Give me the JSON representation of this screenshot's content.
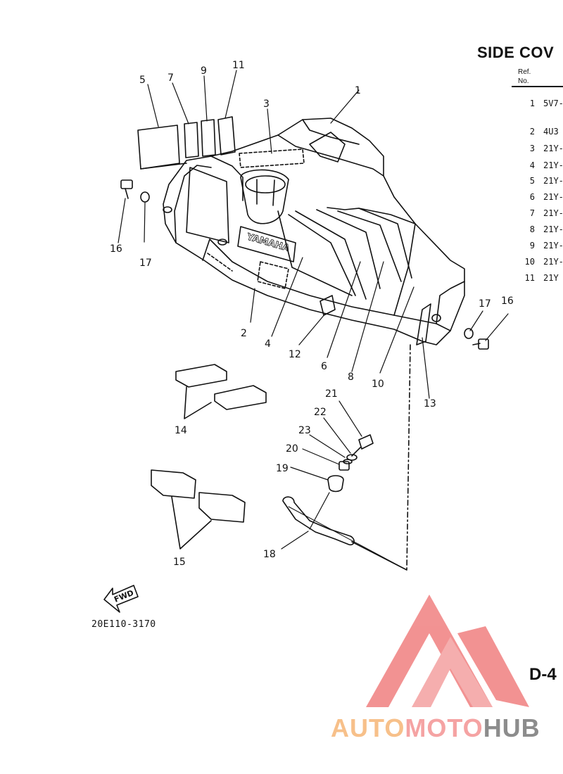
{
  "title": "SIDE COV",
  "table": {
    "ref_header": "Ref.",
    "no_header": "No.",
    "rows": [
      {
        "ref": "1",
        "part": "5V7-"
      },
      {
        "ref": "2",
        "part": "4U3"
      },
      {
        "ref": "3",
        "part": "21Y-"
      },
      {
        "ref": "4",
        "part": "21Y-"
      },
      {
        "ref": "5",
        "part": "21Y-"
      },
      {
        "ref": "6",
        "part": "21Y-"
      },
      {
        "ref": "7",
        "part": "21Y-"
      },
      {
        "ref": "8",
        "part": "21Y-"
      },
      {
        "ref": "9",
        "part": "21Y-"
      },
      {
        "ref": "10",
        "part": "21Y-"
      },
      {
        "ref": "11",
        "part": "21Y"
      }
    ]
  },
  "callouts": [
    "1",
    "2",
    "3",
    "4",
    "5",
    "6",
    "7",
    "8",
    "9",
    "10",
    "11",
    "12",
    "13",
    "14",
    "15",
    "16",
    "17",
    "18",
    "19",
    "20",
    "21",
    "22",
    "23"
  ],
  "brand_text": "YAMAHA",
  "fwd_label": "FWD",
  "figure_ref": "20E110-3170",
  "page_number": "D-4",
  "watermark": {
    "part1": "AUTO",
    "part2": "MOTO",
    "part3": "HUB"
  },
  "colors": {
    "ink": "#111111",
    "watermark_red": "#f08080",
    "watermark_orange": "#f7c08a",
    "watermark_gray": "#8c8c8c"
  }
}
